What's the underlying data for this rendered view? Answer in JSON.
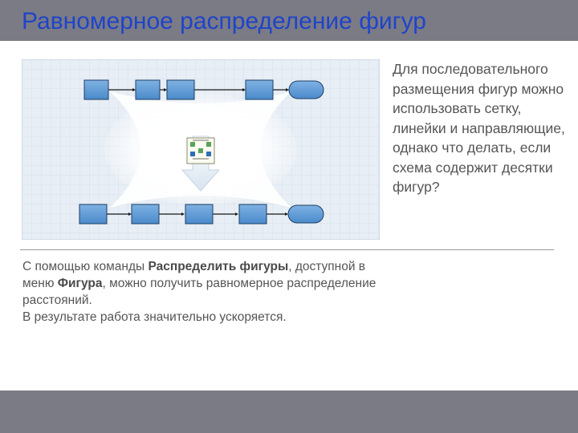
{
  "slide": {
    "title": "Равномерное распределение фигур",
    "side_text": "Для последовательного размещения фигур можно использовать сетку, линейки и направляющие, однако что делать, если схема содержит десятки фигур?",
    "caption": {
      "part1": "С помощью команды ",
      "command": "Распределить фигуры",
      "part2": ", доступной в меню ",
      "menu": "Фигура",
      "part3": ", можно получить равномерное распределение расстояний.",
      "line2": "В результате работа значительно ускоряется."
    }
  },
  "colors": {
    "header_bg": "#7b7b85",
    "title": "#1f44c9",
    "shape_fill": "#5b9bd5",
    "text": "#555555"
  },
  "icons": {
    "distribute": "distribute-shapes-icon",
    "arrow": "down-arrow-icon"
  }
}
